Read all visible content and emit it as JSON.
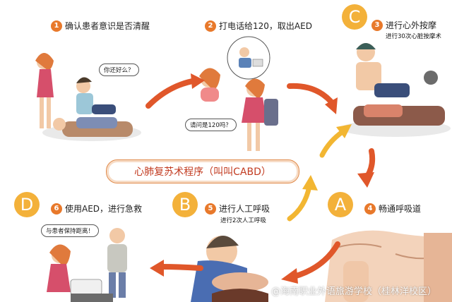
{
  "banner": {
    "title": "心肺复苏术程序（叫叫CABD）"
  },
  "steps": [
    {
      "num": "1",
      "label": "确认患者意识是否清醒"
    },
    {
      "num": "2",
      "label": "打电话给120，取出AED"
    },
    {
      "num": "3",
      "label": "进行心外按摩",
      "badge": "C",
      "sub": "进行30次心脏按摩术"
    },
    {
      "num": "4",
      "label": "畅通呼吸道",
      "badge": "A"
    },
    {
      "num": "5",
      "label": "进行人工呼吸",
      "badge": "B",
      "sub": "进行2次人工呼吸"
    },
    {
      "num": "6",
      "label": "使用AED，进行急救",
      "badge": "D"
    }
  ],
  "bubbles": {
    "b1": "你还好么？",
    "b2": "请问是120吗？",
    "b3": "与患者保持距离！"
  },
  "watermark": "@海南职业外语旅游学校（桂林洋校区）",
  "colors": {
    "accent": "#e8792b",
    "badge": "#f3b13a",
    "arrow_red": "#e0572a",
    "arrow_yellow": "#f2b632",
    "banner_text": "#c23b20"
  }
}
